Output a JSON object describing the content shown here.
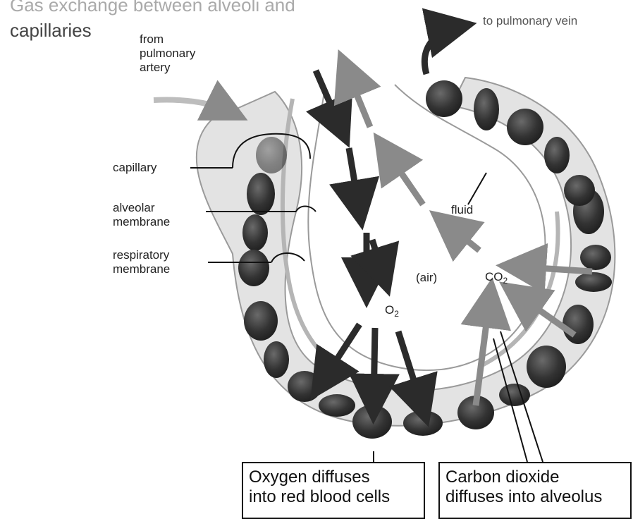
{
  "title_line1": "Gas exchange between alveoli and",
  "title_line2": "capillaries",
  "labels": {
    "from_artery_1": "from",
    "from_artery_2": "pulmonary",
    "from_artery_3": "artery",
    "to_vein": "to pulmonary vein",
    "capillary": "capillary",
    "alveolar_1": "alveolar",
    "alveolar_2": "membrane",
    "respiratory_1": "respiratory",
    "respiratory_2": "membrane",
    "fluid": "fluid",
    "air": "(air)",
    "co2_main": "CO",
    "co2_sub": "2",
    "o2_main": "O",
    "o2_sub": "2"
  },
  "boxes": {
    "oxygen_line1": "Oxygen diffuses",
    "oxygen_line2": "into red blood cells",
    "co2_line1": "Carbon dioxide",
    "co2_line2": "diffuses into alveolus"
  },
  "colors": {
    "dark_arrow": "#2b2b2b",
    "light_arrow": "#8a8a8a",
    "membrane": "#d9d9d9",
    "cell": "#3a3a3a"
  }
}
